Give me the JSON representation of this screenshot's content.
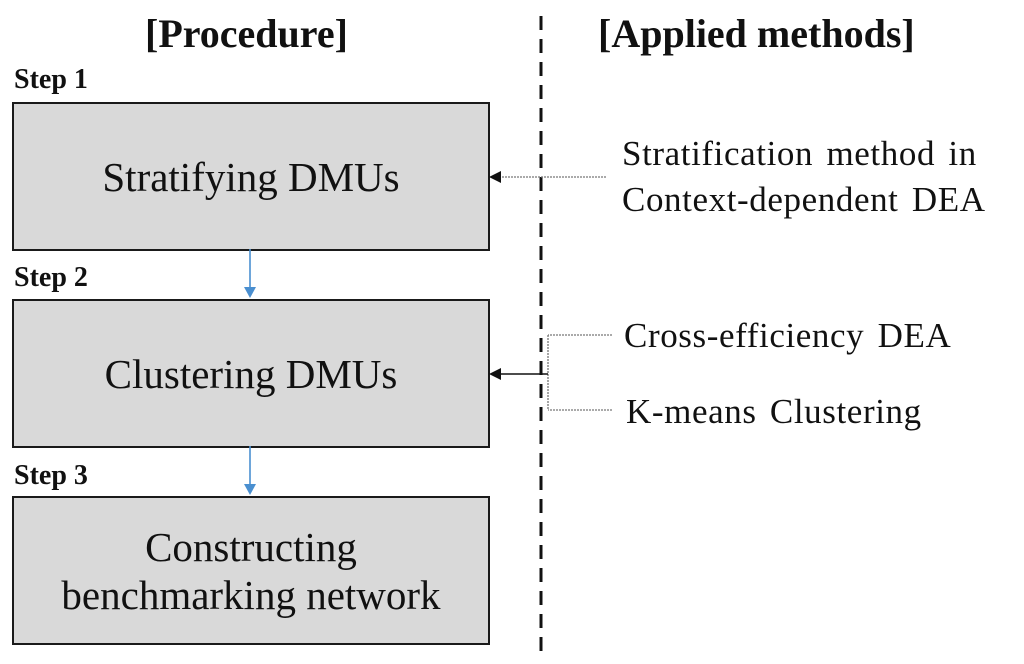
{
  "headings": {
    "procedure": "[Procedure]",
    "applied_methods": "[Applied methods]"
  },
  "steps": [
    {
      "label": "Step 1",
      "box_text": "Stratifying DMUs"
    },
    {
      "label": "Step 2",
      "box_text": "Clustering DMUs"
    },
    {
      "label": "Step 3",
      "box_text": "Constructing\nbenchmarking network"
    }
  ],
  "methods": {
    "stratification_line1": "Stratification method in",
    "stratification_line2": "Context-dependent DEA",
    "cross_efficiency": "Cross-efficiency DEA",
    "kmeans": "K-means Clustering"
  },
  "colors": {
    "box_fill": "#d9d9d9",
    "box_border": "#1a1a1a",
    "down_arrow": "#4a8fd0",
    "side_arrow": "#111111",
    "connector_line": "#777777"
  }
}
